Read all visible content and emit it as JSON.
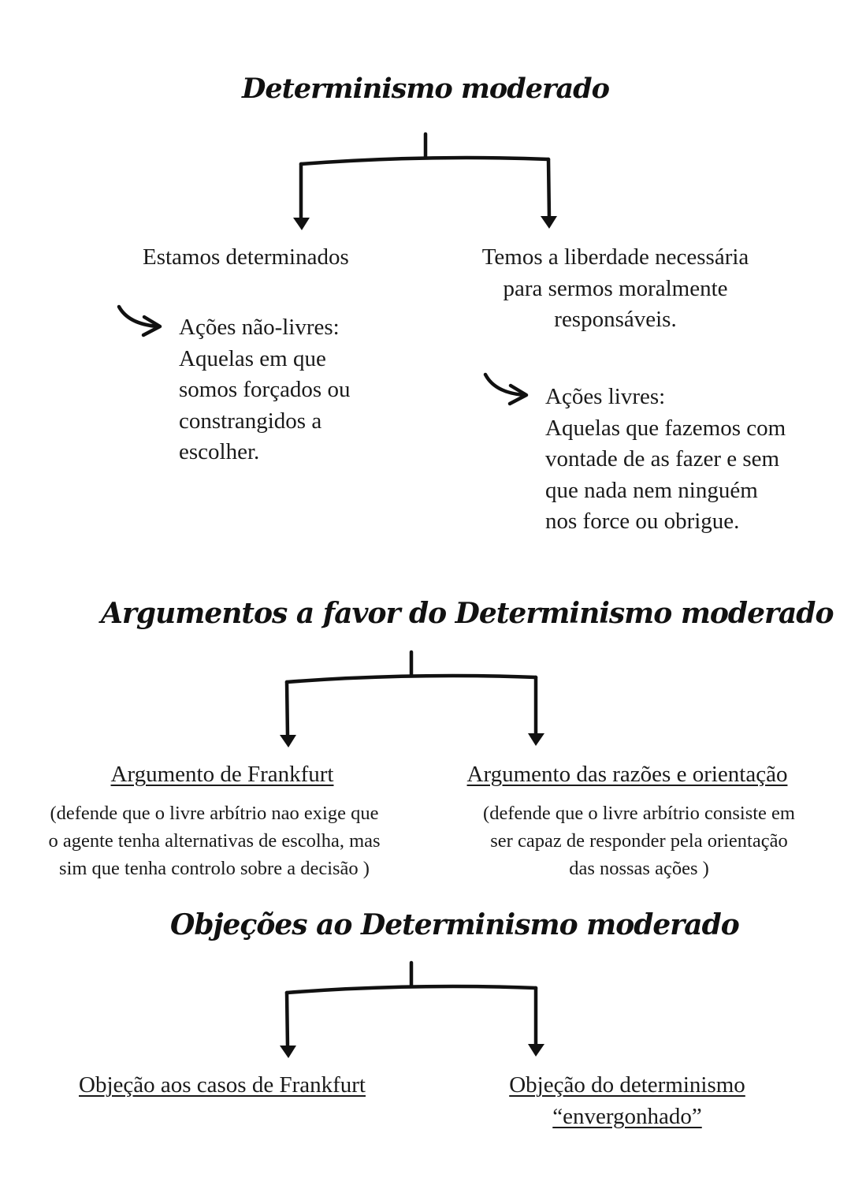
{
  "section1": {
    "title": "Determinismo moderado",
    "left": {
      "heading": "Estamos determinados",
      "detail_lines": [
        "Ações não-livres:",
        "Aquelas em que",
        "somos forçados ou",
        "constrangidos a",
        "escolher."
      ]
    },
    "right": {
      "heading_lines": [
        "Temos a liberdade necessária",
        "para sermos moralmente",
        "responsáveis."
      ],
      "detail_lines": [
        "Ações livres:",
        "Aquelas que fazemos com",
        "vontade de as fazer e sem",
        "que nada nem ninguém",
        "nos force ou obrigue."
      ]
    }
  },
  "section2": {
    "title": "Argumentos a favor do Determinismo moderado",
    "left": {
      "heading": "Argumento de Frankfurt",
      "detail_lines": [
        "(defende que o livre arbítrio nao exige que",
        "o agente tenha alternativas de escolha, mas",
        "sim que tenha controlo sobre a decisão )"
      ]
    },
    "right": {
      "heading": "Argumento das razões e orientação",
      "detail_lines": [
        "(defende que o livre arbítrio consiste em",
        "ser capaz de responder pela orientação",
        "das nossas ações )"
      ]
    }
  },
  "section3": {
    "title": "Objeções ao Determinismo moderado",
    "left": {
      "heading": "Objeção aos casos de Frankfurt"
    },
    "right": {
      "heading_lines": [
        "Objeção do determinismo",
        "“envergonhado”"
      ]
    }
  }
}
